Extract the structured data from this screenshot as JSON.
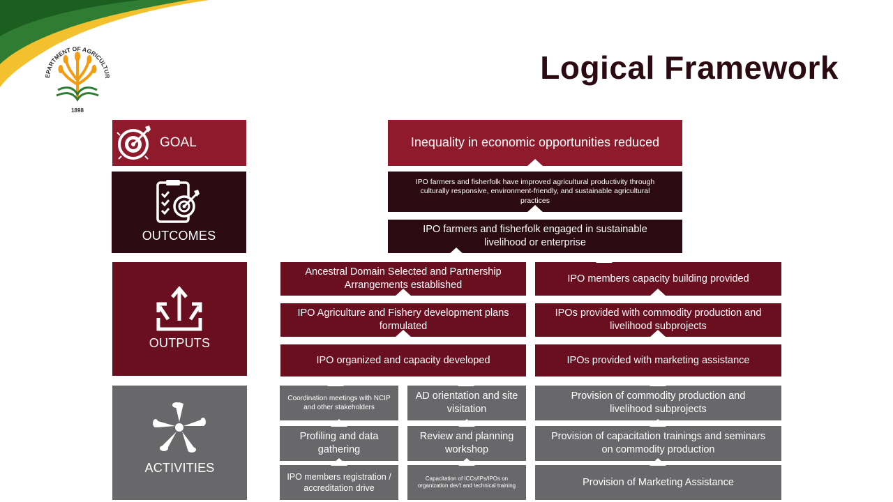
{
  "title": "Logical Framework",
  "logo": {
    "text": "DEPARTMENT OF AGRICULTURE",
    "year": "1898"
  },
  "colors": {
    "goal": "#8e1a2c",
    "outcomes": "#2b0a12",
    "outputs": "#6a0f1f",
    "activities": "#68686b"
  },
  "categories": {
    "goal": {
      "label": "GOAL",
      "icon": "target-icon"
    },
    "outcomes": {
      "label": "OUTCOMES",
      "icon": "clipboard-target-icon"
    },
    "outputs": {
      "label": "OUTPUTS",
      "icon": "arrows-up-icon"
    },
    "activities": {
      "label": "ACTIVITIES",
      "icon": "hands-together-icon"
    }
  },
  "goal": "Inequality in economic opportunities reduced",
  "outcomes": [
    "IPO farmers and fisherfolk  have improved agricultural productivity through culturally responsive, environment-friendly, and sustainable agricultural  practices",
    "IPO farmers and fisherfolk engaged in sustainable livelihood or enterprise"
  ],
  "outputs": {
    "left": [
      "Ancestral Domain Selected and Partnership Arrangements established",
      "IPO Agriculture and Fishery development plans formulated",
      "IPO organized and capacity developed"
    ],
    "right": [
      "IPO members capacity building provided",
      "IPOs provided with commodity production and livelihood subprojects",
      "IPOs provided with marketing assistance"
    ]
  },
  "activities": {
    "col1": [
      "Coordination meetings with NCIP and other stakeholders",
      "Profiling and data gathering",
      "IPO members registration / accreditation drive"
    ],
    "col2": [
      "AD orientation and site visitation",
      "Review and planning workshop",
      "Capacitation of ICCs/IPs/IPOs on organization dev't and technical training"
    ],
    "col3": [
      "Provision of commodity production and livelihood subprojects",
      "Provision of capacitation trainings and seminars on commodity production",
      "Provision of Marketing Assistance"
    ]
  }
}
